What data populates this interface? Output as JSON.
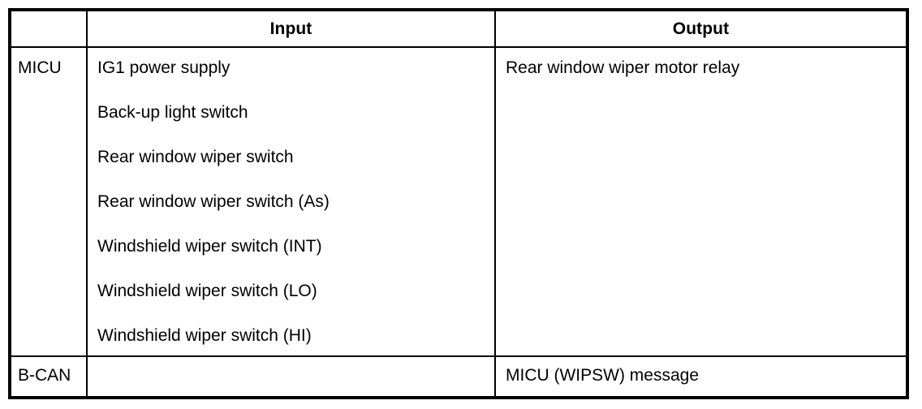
{
  "table": {
    "columns": [
      {
        "key": "system",
        "label": ""
      },
      {
        "key": "input",
        "label": "Input"
      },
      {
        "key": "output",
        "label": "Output"
      }
    ],
    "header": {
      "system_label": "",
      "input_label": "Input",
      "output_label": "Output"
    },
    "rows": [
      {
        "system": "MICU",
        "inputs": [
          "IG1 power supply",
          "Back-up light switch",
          "Rear window wiper switch",
          "Rear window wiper switch (As)",
          "Windshield wiper switch (INT)",
          "Windshield wiper switch (LO)",
          "Windshield wiper switch (HI)"
        ],
        "outputs": [
          "Rear window wiper motor relay"
        ]
      },
      {
        "system": "B-CAN",
        "inputs": [],
        "outputs": [
          "MICU (WIPSW) message"
        ]
      }
    ]
  },
  "style": {
    "text_color": "#000000",
    "background_color": "#ffffff",
    "border_color": "#000000"
  }
}
